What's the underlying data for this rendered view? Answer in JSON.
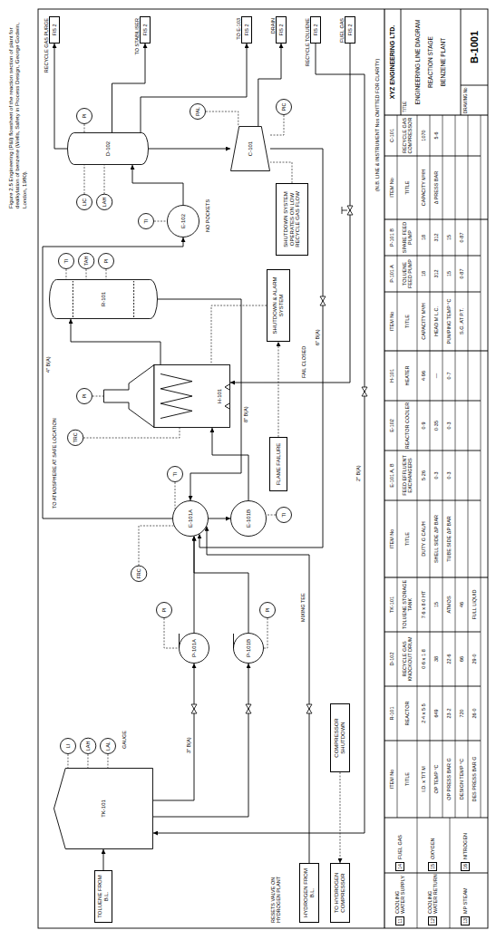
{
  "diagram": {
    "caption": "Figure 2.5 Engineering (P&I) flowsheet of the reaction section of plant for dealkylation of benzene (Wells, Safety in Process Design, George Godwin, London, 1980).",
    "nodes": [
      {
        "text": [
          "TOLUENE FROM B.L."
        ]
      },
      {
        "text": [
          "TK-101"
        ]
      },
      {
        "text": [
          "P-101A"
        ]
      },
      {
        "text": [
          "P-101B"
        ]
      },
      {
        "text": [
          "E-101A"
        ]
      },
      {
        "text": [
          "E-101B"
        ]
      },
      {
        "text": [
          "H-101"
        ]
      },
      {
        "text": [
          "R-101"
        ]
      },
      {
        "text": [
          "E-102"
        ]
      },
      {
        "text": [
          "D-102"
        ]
      },
      {
        "text": [
          "C-101"
        ]
      },
      {
        "text": [
          "SHUTDOWN & ALARM SYSTEM"
        ]
      },
      {
        "text": [
          "SHUTDOWN SYSTEM OPERATES ON LOW RECYCLE GAS FLOW"
        ]
      },
      {
        "text": [
          "FLAME FAILURE"
        ]
      },
      {
        "text": [
          "HYDROGEN FROM B.L."
        ]
      },
      {
        "text": [
          "TO HYDROGEN COMPRESSOR"
        ]
      },
      {
        "text": [
          "COMPRESSOR SHUTDOWN"
        ]
      },
      {
        "text": [
          "RECYCLE GAS PURGE",
          "F/S 2"
        ]
      },
      {
        "text": [
          "TO STABILISER",
          "F/S 2"
        ]
      },
      {
        "text": [
          "TO E-103",
          "F/S 2"
        ]
      },
      {
        "text": [
          "DRAIN",
          "F/S 2"
        ]
      },
      {
        "text": [
          "RECYCLE TOLUENE",
          "F/S 2"
        ]
      },
      {
        "text": [
          "FUEL GAS",
          "F/S 2"
        ]
      },
      {
        "text": [
          "LI"
        ]
      },
      {
        "text": [
          "LAH"
        ]
      },
      {
        "text": [
          "LAL"
        ]
      },
      {
        "text": [
          "PI"
        ]
      },
      {
        "text": [
          "PI"
        ]
      },
      {
        "text": [
          "FRC"
        ]
      },
      {
        "text": [
          "TI"
        ]
      },
      {
        "text": [
          "TI"
        ]
      },
      {
        "text": [
          "TRC"
        ]
      },
      {
        "text": [
          "PI"
        ]
      },
      {
        "text": [
          "TI"
        ]
      },
      {
        "text": [
          "TAH"
        ]
      },
      {
        "text": [
          "PI"
        ]
      },
      {
        "text": [
          "TI"
        ]
      },
      {
        "text": [
          "LIC"
        ]
      },
      {
        "text": [
          "LAH"
        ]
      },
      {
        "text": [
          "PI"
        ]
      },
      {
        "text": [
          "PIC"
        ]
      },
      {
        "text": [
          "PAL"
        ]
      }
    ],
    "edges": [
      {
        "from": 0,
        "to": 1,
        "arrow": "to"
      },
      {
        "from": 1,
        "to": 2,
        "arrow": "to"
      },
      {
        "from": 1,
        "to": 3,
        "arrow": "to"
      },
      {
        "from": 2,
        "to": 4,
        "arrow": "to"
      },
      {
        "from": 3,
        "to": 4,
        "arrow": "to"
      },
      {
        "from": 14,
        "to": 4,
        "arrow": "to"
      },
      {
        "from": 4,
        "to": 5,
        "arrow": "to"
      },
      {
        "from": 5,
        "to": 6,
        "arrow": "to"
      },
      {
        "from": 6,
        "to": 7,
        "arrow": "to"
      },
      {
        "from": 7,
        "to": 4,
        "arrow": "to"
      },
      {
        "from": 4,
        "to": 8,
        "arrow": "to"
      },
      {
        "from": 8,
        "to": 9,
        "arrow": "to"
      },
      {
        "from": 9,
        "to": 10,
        "arrow": "to"
      },
      {
        "from": 10,
        "to": 4,
        "arrow": "to"
      },
      {
        "from": 9,
        "to": 17,
        "arrow": "to"
      },
      {
        "from": 9,
        "to": 18,
        "arrow": "to"
      },
      {
        "from": 21,
        "to": 1,
        "arrow": "to"
      },
      {
        "from": 22,
        "to": 6,
        "arrow": "to"
      },
      {
        "from": 13,
        "to": 11,
        "arrow": "to"
      },
      {
        "from": 11,
        "to": 6,
        "arrow": "none"
      },
      {
        "from": 12,
        "to": 10,
        "arrow": "none"
      },
      {
        "from": 16,
        "to": 15,
        "arrow": "to"
      },
      {
        "from": 9,
        "to": 19,
        "arrow": "to"
      },
      {
        "from": 10,
        "to": 20,
        "arrow": "to"
      },
      {
        "from": 23,
        "to": 1,
        "arrow": "none"
      },
      {
        "from": 24,
        "to": 1,
        "arrow": "none"
      },
      {
        "from": 25,
        "to": 1,
        "arrow": "none"
      },
      {
        "from": 26,
        "to": 2,
        "arrow": "none"
      },
      {
        "from": 27,
        "to": 3,
        "arrow": "none"
      },
      {
        "from": 28,
        "to": 4,
        "arrow": "none"
      },
      {
        "from": 29,
        "to": 4,
        "arrow": "none"
      },
      {
        "from": 30,
        "to": 5,
        "arrow": "none"
      },
      {
        "from": 31,
        "to": 6,
        "arrow": "none"
      },
      {
        "from": 32,
        "to": 6,
        "arrow": "none"
      },
      {
        "from": 33,
        "to": 7,
        "arrow": "none"
      },
      {
        "from": 34,
        "to": 7,
        "arrow": "none"
      },
      {
        "from": 35,
        "to": 7,
        "arrow": "none"
      },
      {
        "from": 36,
        "to": 8,
        "arrow": "none"
      },
      {
        "from": 37,
        "to": 9,
        "arrow": "none"
      },
      {
        "from": 38,
        "to": 9,
        "arrow": "none"
      },
      {
        "from": 39,
        "to": 9,
        "arrow": "none"
      },
      {
        "from": 40,
        "to": 10,
        "arrow": "none"
      },
      {
        "from": 41,
        "to": 10,
        "arrow": "none"
      }
    ],
    "labels": [
      "11",
      "COOLING WATER SUPPLY",
      "12",
      "COOLING WATER RETURN",
      "13",
      "MP STEAM",
      "14",
      "FUEL GAS",
      "15",
      "OXYGEN",
      "16",
      "NITROGEN",
      "ITEM No",
      "R-101",
      "D-102",
      "TK-101",
      "TITLE",
      "REACTOR",
      "RECYCLE GAS KNOCKOUT DRUM",
      "TOLUENE STORAGE TANK",
      "I.D. x T/T M",
      "2·4 x 5·5",
      "0·6 x 1·8",
      "7·6 x 8·0 HT",
      "OP TEMP °C",
      "649",
      "38",
      "15",
      "OP PRESS BAR G",
      "23·2",
      "22·6",
      "ATMOS",
      "DESIGN TEMP °C",
      "720",
      "66",
      "46",
      "DES PRESS BAR G",
      "26·0",
      "29·0",
      "FULL LIQUID",
      "ITEM No",
      "E-101 A, B",
      "E-102",
      "H-101",
      "TITLE",
      "FEED EFFLUENT EXCHANGERS",
      "REACTOR COOLER",
      "HEATER",
      "DUTY G CAL/H",
      "5·26",
      "0·9",
      "4·96",
      "SHELL SIDE ΔP BAR",
      "0·3",
      "0·35",
      "—",
      "TUBE SIDE ΔP BAR",
      "0·3",
      "0·3",
      "0·7",
      "ITEM No",
      "P-101 A",
      "P-101 B",
      "TITLE",
      "TOLUENE FEED PUMP",
      "SPARE FEED PUMP",
      "CAPACITY M³/H",
      "18",
      "18",
      "HEAD M L.C.",
      "312",
      "312",
      "PUMPING TEMP °C",
      "15",
      "15",
      "S.G. AT P.T.",
      "0·87",
      "0·87",
      "ITEM No",
      "C-101",
      "TITLE",
      "RECYCLE GAS COMPRESSOR",
      "CAPACITY M³/H",
      "1070",
      "Δ PRESS BAR",
      "5·6",
      "(N.B. LINE & INSTRUMENT Nos OMITTED FOR CLARITY)",
      "XYZ ENGINEERING LTD.",
      "TITLE",
      "ENGINEERING LINE DIAGRAM",
      "REACTION STAGE",
      "BENZENE PLANT",
      "DRAWING No",
      "B-1001",
      "3\" B(A)",
      "4\" B(A)",
      "8\" B(A)",
      "6\" B(A)",
      "2\" B(A)",
      "NO POCKETS",
      "TO ATMOSPHERE AT SAFE LOCATION",
      "RESETS VALVE ON HYDROGEN PLANT",
      "GAUGE",
      "FAIL CLOSED",
      "MIXING TEE"
    ]
  }
}
